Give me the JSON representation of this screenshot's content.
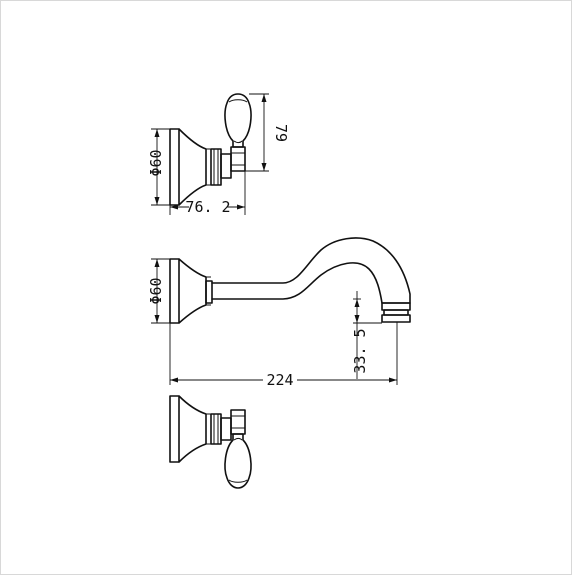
{
  "drawing": {
    "dims": {
      "handle_height": "79",
      "flange_diameter_top": "Φ60",
      "handle_projection": "76. 2",
      "flange_diameter_spout": "Φ60",
      "spout_length": "224",
      "spout_drop": "33. 5"
    }
  }
}
